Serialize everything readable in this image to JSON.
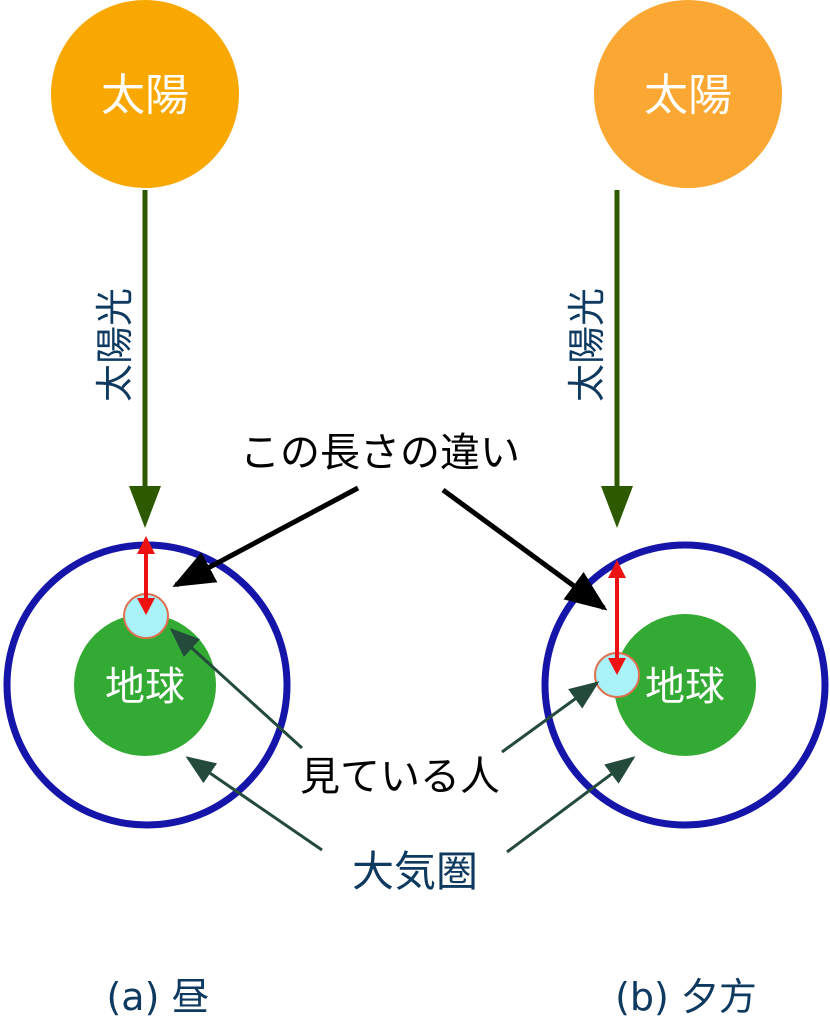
{
  "labels": {
    "sun": "太陽",
    "sunlight": "太陽光",
    "earth": "地球",
    "length_difference": "この長さの違い",
    "observer": "見ている人",
    "atmosphere": "大気圏"
  },
  "panels": [
    {
      "caption": "(a) 昼"
    },
    {
      "caption": "(b) 夕方"
    }
  ],
  "colors": {
    "sun_left": "#F8A800",
    "sun_right": "#FAA833",
    "earth": "#33AA33",
    "atmosphere_ring": "#1515AA",
    "sunlight_arrow": "#2D5A00",
    "label_text_dark": "#0F3A60",
    "path_arrow": "#EE1111",
    "observer_fill": "#A8F2F8",
    "observer_stroke": "#E07050",
    "pointer_arrow_dark": "#244A3C",
    "pointer_arrow_black": "#000000"
  }
}
